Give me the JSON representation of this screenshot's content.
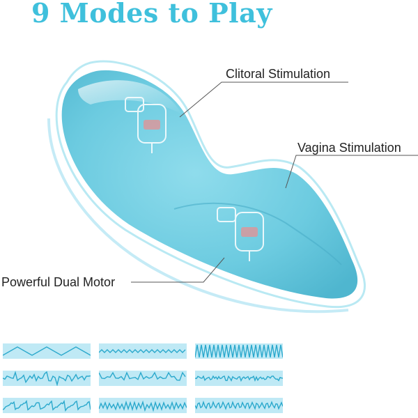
{
  "header": {
    "title": "9 Modes to Play"
  },
  "callouts": {
    "clitoral": "Clitoral Stimulation",
    "vagina": "Vagina Stimulation",
    "motor": "Powerful Dual Motor"
  },
  "colors": {
    "title": "#3fc0dc",
    "body_light": "#a8e3f0",
    "body_main": "#72cde2",
    "body_dark": "#4fb6cf",
    "wave_bg": "#bfe9f5",
    "wave_line": "#2aa8cc"
  },
  "modes": [
    {
      "name": "mode-1",
      "pattern": "triangle-slow"
    },
    {
      "name": "mode-2",
      "pattern": "zigzag-fine"
    },
    {
      "name": "mode-3",
      "pattern": "zigzag-dense"
    },
    {
      "name": "mode-4",
      "pattern": "pulse-spikes"
    },
    {
      "name": "mode-5",
      "pattern": "step-pulse"
    },
    {
      "name": "mode-6",
      "pattern": "burst-small"
    },
    {
      "name": "mode-7",
      "pattern": "ramp-saw"
    },
    {
      "name": "mode-8",
      "pattern": "random-zigzag"
    },
    {
      "name": "mode-9",
      "pattern": "wave-fine"
    }
  ]
}
